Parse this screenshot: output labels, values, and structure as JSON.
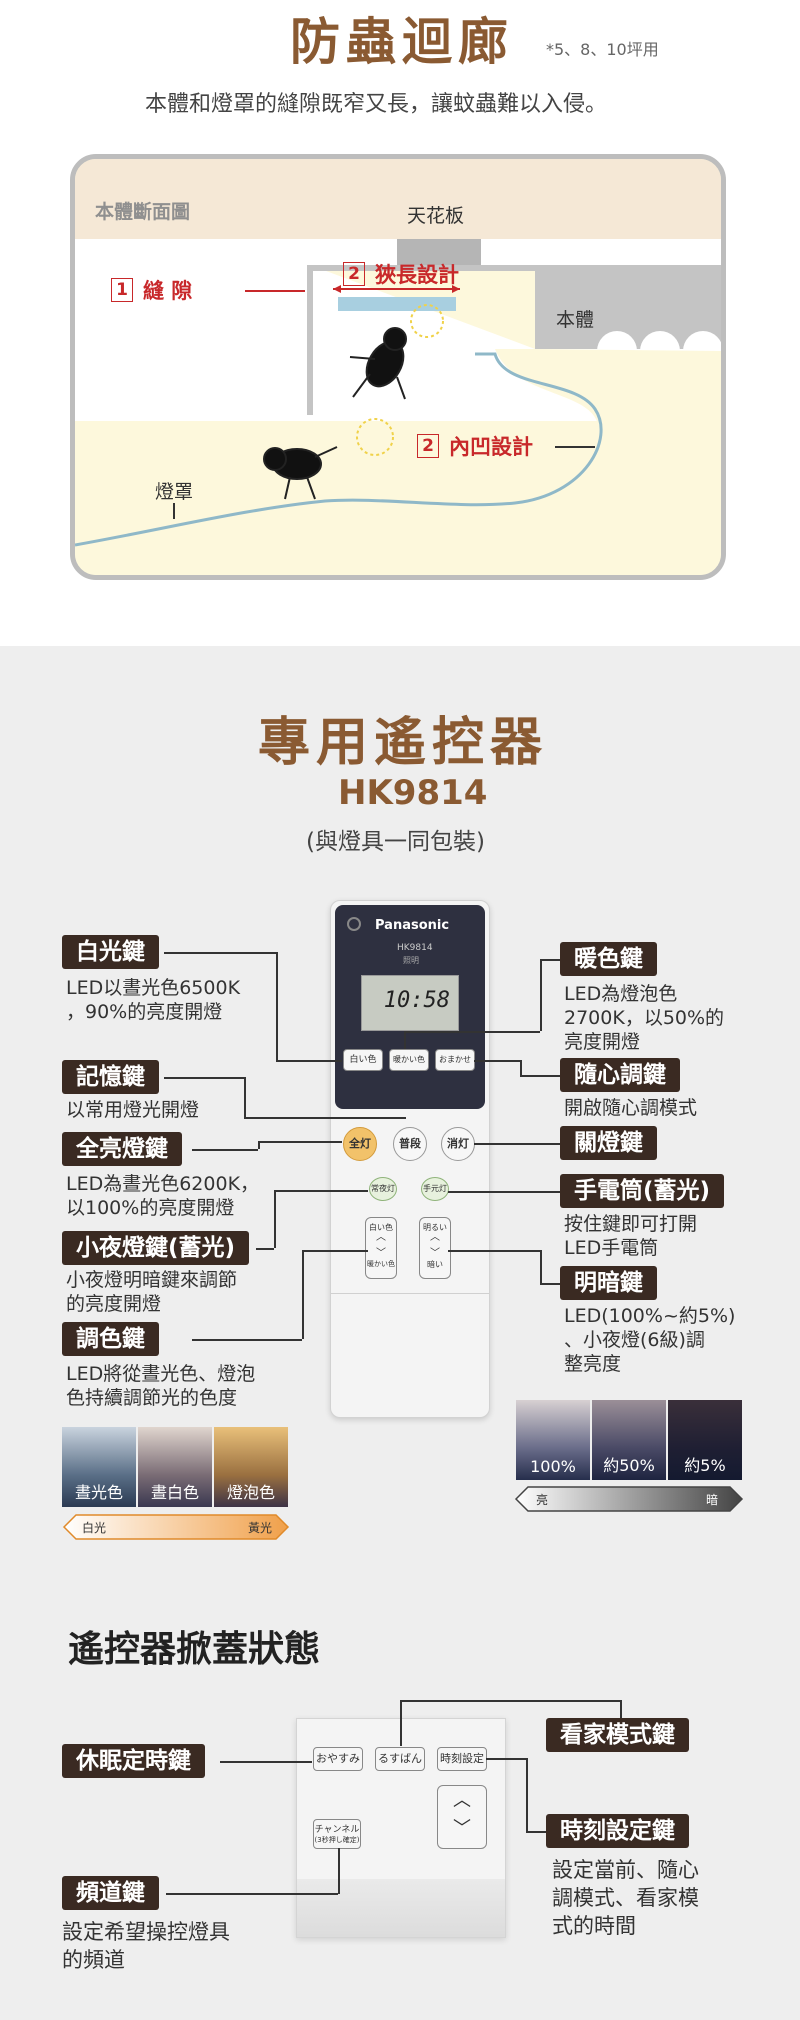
{
  "section1": {
    "title": "防蟲迴廊",
    "note": "*5、8、10坪用",
    "subtitle": "本體和燈罩的縫隙既窄又長，讓蚊蟲難以入侵。",
    "diagram": {
      "header": "本體斷面圖",
      "ceiling": "天花板",
      "body": "本體",
      "shade": "燈罩",
      "label_gap_num": "1",
      "label_gap": "縫 隙",
      "label_narrow_num": "2",
      "label_narrow": "狹長設計",
      "label_recess_num": "2",
      "label_recess": "內凹設計"
    }
  },
  "section2": {
    "title": "專用遙控器",
    "model": "HK9814",
    "note": "(與燈具一同包裝)",
    "remote": {
      "brand": "Panasonic",
      "model": "HK9814",
      "model_sub": "照明",
      "time": "10:58",
      "btn_white": "白い色",
      "btn_warm": "暖かい色",
      "btn_auto": "おまかせ",
      "btn_full": "全灯",
      "btn_normal": "普段",
      "btn_off": "消灯",
      "btn_night": "常夜灯",
      "btn_torch": "手元灯",
      "btn_color_top": "白い色",
      "btn_color_bottom": "暖かい色",
      "btn_bright_top": "明るい",
      "btn_bright_bottom": "暗い"
    },
    "left_keys": [
      {
        "label": "白光鍵",
        "desc": "LED以晝光色6500K\n，90%的亮度開燈"
      },
      {
        "label": "記憶鍵",
        "desc": "以常用燈光開燈"
      },
      {
        "label": "全亮燈鍵",
        "desc": "LED為晝光色6200K，\n以100%的亮度開燈"
      },
      {
        "label": "小夜燈鍵(蓄光)",
        "desc": "小夜燈明暗鍵來調節\n的亮度開燈"
      },
      {
        "label": "調色鍵",
        "desc": "LED將從晝光色、燈泡\n色持續調節光的色度"
      }
    ],
    "right_keys": [
      {
        "label": "暖色鍵",
        "desc": "LED為燈泡色\n2700K，以50%的\n亮度開燈"
      },
      {
        "label": "隨心調鍵",
        "desc": "開啟隨心調模式"
      },
      {
        "label": "關燈鍵",
        "desc": ""
      },
      {
        "label": "手電筒(蓄光)",
        "desc": "按住鍵即可打開\nLED手電筒"
      },
      {
        "label": "明暗鍵",
        "desc": "LED(100%~約5%)\n、小夜燈(6級)調\n整亮度"
      }
    ],
    "color_photos": [
      "晝光色",
      "晝白色",
      "燈泡色"
    ],
    "color_arrow_left": "白光",
    "color_arrow_right": "黃光",
    "bright_photos": [
      "100%",
      "約50%",
      "約5%"
    ],
    "bright_arrow_left": "亮",
    "bright_arrow_right": "暗"
  },
  "section3": {
    "title": "遙控器掀蓋狀態",
    "btn_sleep": "おやすみ",
    "btn_away": "るすばん",
    "btn_clock": "時刻設定",
    "btn_channel_1": "チャンネル",
    "btn_channel_2": "(3秒押し確定)",
    "keys": {
      "sleep": "休眠定時鍵",
      "home": "看家模式鍵",
      "clock": "時刻設定鍵",
      "clock_desc": "設定當前、隨心\n調模式、看家模\n式的時間",
      "channel": "頻道鍵",
      "channel_desc": "設定希望操控燈具\n的頻道"
    }
  },
  "colors": {
    "title_brown": "#8a5a32",
    "tag_bg": "#3a2a22",
    "accent_red": "#c8282a",
    "diagram_cream": "#fdf8dc",
    "diagram_header": "#f5e8d6",
    "gray_bg": "#eeeeee"
  }
}
